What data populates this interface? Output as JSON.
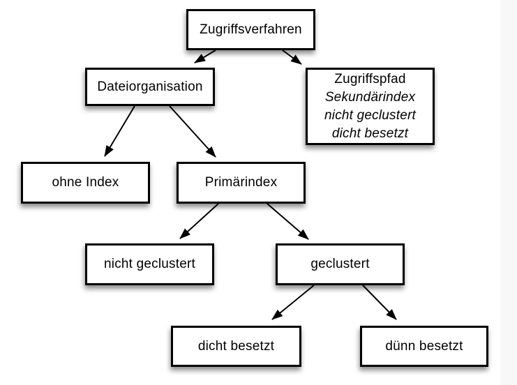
{
  "diagram": {
    "type": "tree",
    "colors": {
      "background": "#ffffff",
      "box_fill": "#ffffff",
      "box_border": "#000000",
      "text": "#000000",
      "right_band": "#f8f8f8"
    },
    "nodes": {
      "root": {
        "label": "Zugriffsverfahren"
      },
      "dateiorganisation": {
        "label": "Dateiorganisation"
      },
      "zugriffspfad": {
        "lines": [
          "Zugriffspfad",
          "Sekundärindex",
          "nicht geclustert",
          "dicht besetzt"
        ]
      },
      "ohne_index": {
        "label": "ohne Index"
      },
      "primaerindex": {
        "label": "Primärindex"
      },
      "nicht_geclustert": {
        "label": "nicht geclustert"
      },
      "geclustert": {
        "label": "geclustert"
      },
      "dicht_besetzt": {
        "label": "dicht besetzt"
      },
      "duenn_besetzt": {
        "label": "dünn besetzt"
      }
    },
    "edges": [
      {
        "from": "Zugriffsverfahren",
        "to": "Dateiorganisation"
      },
      {
        "from": "Zugriffsverfahren",
        "to": "Zugriffspfad"
      },
      {
        "from": "Dateiorganisation",
        "to": "ohne Index"
      },
      {
        "from": "Dateiorganisation",
        "to": "Primärindex"
      },
      {
        "from": "Primärindex",
        "to": "nicht geclustert"
      },
      {
        "from": "Primärindex",
        "to": "geclustert"
      },
      {
        "from": "geclustert",
        "to": "dicht besetzt"
      },
      {
        "from": "geclustert",
        "to": "dünn besetzt"
      }
    ]
  }
}
